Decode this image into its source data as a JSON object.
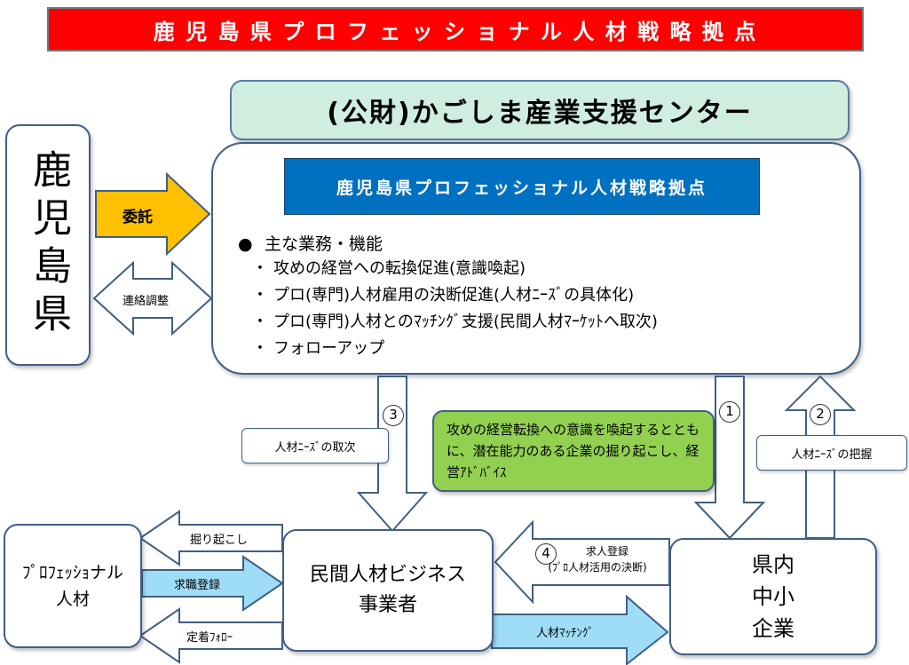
{
  "title": "鹿 児 島 県 プ ロ フ ェ ッ シ ョ ナ ル 人 材 戦 略 拠 点",
  "center_org": "(公財)かごしま産業支援センター",
  "hub": {
    "title": "鹿児島県プロフェッショナル人材戦略拠点",
    "features_heading": "主な業務・機能",
    "features": [
      "攻めの経営への転換促進(意識喚起)",
      "プロ(専門)人材雇用の決断促進(人材ﾆｰｽﾞの具体化)",
      "プロ(専門)人材とのﾏｯﾁﾝｸﾞ支援(民間人材ﾏｰｹｯﾄへ取次)",
      "フォローアップ"
    ]
  },
  "prefecture": "鹿児島県",
  "arrow_labels": {
    "commission": "委託",
    "liaison": "連絡調整",
    "needs_handover": "人材ﾆｰｽﾞの取次",
    "needs_grasp": "人材ﾆｰｽﾞの把握",
    "dig_up": "掘り起こし",
    "job_registration": "求職登録",
    "follow_up": "定着ﾌｫﾛｰ",
    "matching": "人材ﾏｯﾁﾝｸﾞ",
    "recruit_line1": "求人登録",
    "recruit_line2": "(ﾌﾟﾛ人材活用の決断)"
  },
  "numbers": {
    "n1": "1",
    "n2": "2",
    "n3": "3",
    "n4": "4"
  },
  "green_note": "攻めの経営転換への意識を喚起するとともに、潜在能力のある企業の掘り起こし、経営ｱﾄﾞﾊﾞｲｽ",
  "nodes": {
    "professional": "ﾌﾟﾛﾌｪｯｼｮナル人材",
    "business": "民間人材ビジネス事業者",
    "smes": "県内中小企業"
  },
  "colors": {
    "title_bg": "#ff0000",
    "center_bg": "#cfeee0",
    "hub_title_bg": "#0070c0",
    "commission_arrow": "#ffc000",
    "blue_arrow": "#9fdcf5",
    "green_note_bg": "#92d050"
  }
}
